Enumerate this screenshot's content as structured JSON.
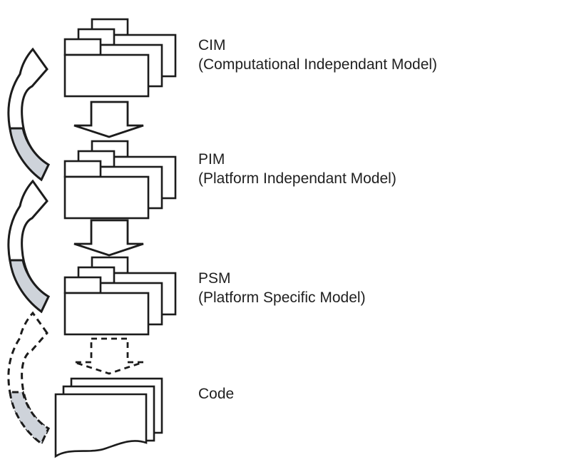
{
  "diagram": {
    "type": "mda-transformation-stack",
    "nodes": [
      {
        "abbr": "CIM",
        "full": "(Computational Independant Model)"
      },
      {
        "abbr": "PIM",
        "full": "(Platform Independant Model)"
      },
      {
        "abbr": "PSM",
        "full": "(Platform Specific Model)"
      },
      {
        "abbr": "Code",
        "full": ""
      }
    ],
    "icons": [
      "folder-stack-icon",
      "solid-down-arrow-icon",
      "dashed-down-arrow-icon",
      "curved-up-arrow-icon",
      "dashed-curved-up-arrow-icon",
      "code-documents-icon"
    ],
    "colors": {
      "background": "#ffffff",
      "stroke": "#1c1c1c",
      "shape_fill": "#ffffff",
      "arrow_tail_gray": "#ced3da"
    }
  }
}
